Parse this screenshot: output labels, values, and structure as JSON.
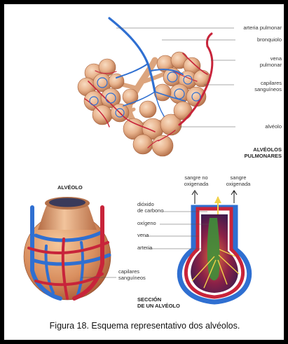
{
  "top_labels": {
    "arteria": "arteria pulmonar",
    "bronquiolo": "bronquiolo",
    "vena": "vena\npulmonar",
    "capilares": "capilares\nsanguíneos",
    "alveolo": "alvéolo",
    "section_title": "ALVÉOLOS\nPULMONARES"
  },
  "alveolo_title": "ALVÉOLO",
  "alveolo_capilares": "capilares\nsanguíneos",
  "section_labels": {
    "sangre_no": "sangre no\noxigenada",
    "sangre_ox": "sangre\noxigenada",
    "dioxido": "dióxido\nde carbono",
    "oxigeno": "oxígeno",
    "vena": "vena",
    "arteria": "arteria",
    "section_title": "SECCIÓN\nDE UN ALVÉOLO"
  },
  "caption": "Figura 18. Esquema representativo dos alvéolos.",
  "colors": {
    "artery_blue": "#2f6fd1",
    "vein_red": "#c8243a",
    "alveolus": "#e9b48c",
    "bronchiole": "#e3b08c",
    "interior": "#7a1b3a"
  }
}
